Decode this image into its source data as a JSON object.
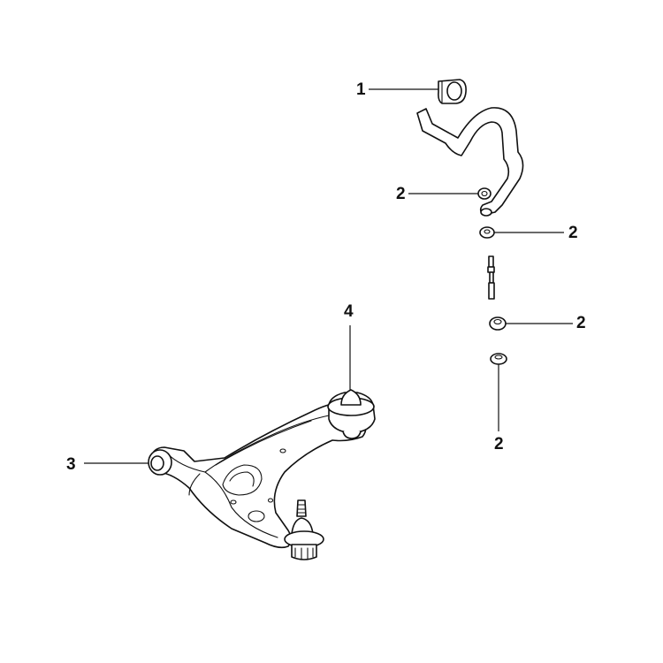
{
  "callouts": [
    {
      "id": "c1",
      "label": "1",
      "part": "stabilizer-bar-bushing"
    },
    {
      "id": "c2a",
      "label": "2",
      "part": "stabilizer-link-bushing"
    },
    {
      "id": "c2b",
      "label": "2",
      "part": "stabilizer-link-bushing"
    },
    {
      "id": "c2c",
      "label": "2",
      "part": "stabilizer-link-bushing"
    },
    {
      "id": "c2d",
      "label": "2",
      "part": "stabilizer-link-bushing"
    },
    {
      "id": "c3",
      "label": "3",
      "part": "lower-arm-front-bushing"
    },
    {
      "id": "c4",
      "label": "4",
      "part": "lower-arm-rear-bushing"
    }
  ],
  "colors": {
    "line": "#111111",
    "background": "#ffffff"
  }
}
